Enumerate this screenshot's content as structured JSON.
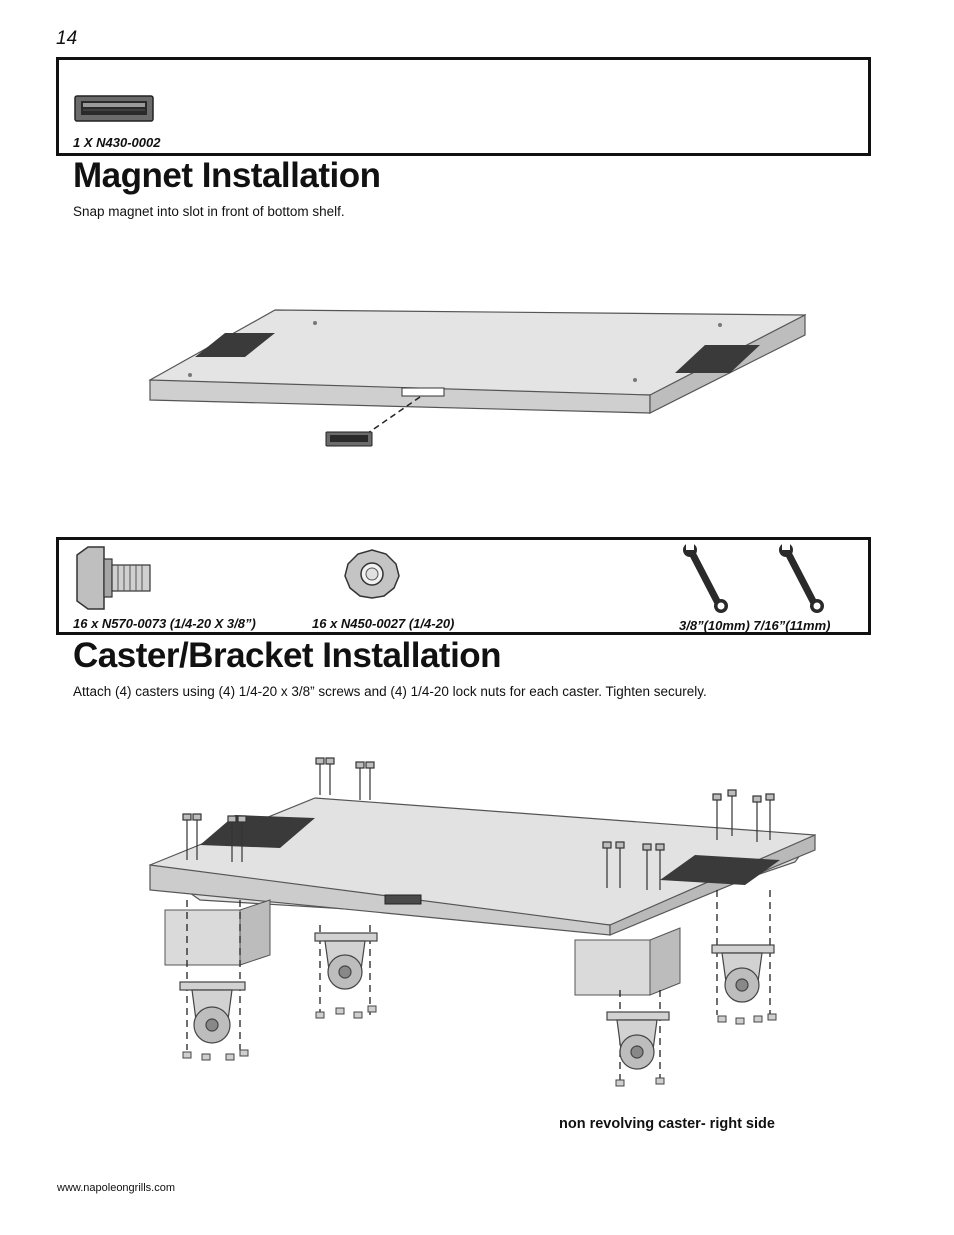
{
  "page": {
    "number": "14",
    "footer_url": "www.napoleongrills.com"
  },
  "magnet_section": {
    "parts": [
      {
        "label": "1 X N430-0002",
        "icon": "magnet-icon"
      }
    ],
    "heading": "Magnet Installation",
    "instruction": "Snap magnet into slot in front of bottom shelf."
  },
  "caster_section": {
    "parts": [
      {
        "label": "16 x N570-0073 (1/4-20 X 3/8”)",
        "icon": "hex-bolt-icon"
      },
      {
        "label": "16 x N450-0027 (1/4-20)",
        "icon": "lock-nut-icon"
      }
    ],
    "tools_label": "3/8”(10mm)  7/16”(11mm)",
    "heading": "Caster/Bracket Installation",
    "instruction": "Attach (4) casters using (4) 1/4-20 x 3/8” screws and (4) 1/4-20 lock nuts for each caster.  Tighten securely.",
    "caption": "non revolving caster- right side"
  }
}
